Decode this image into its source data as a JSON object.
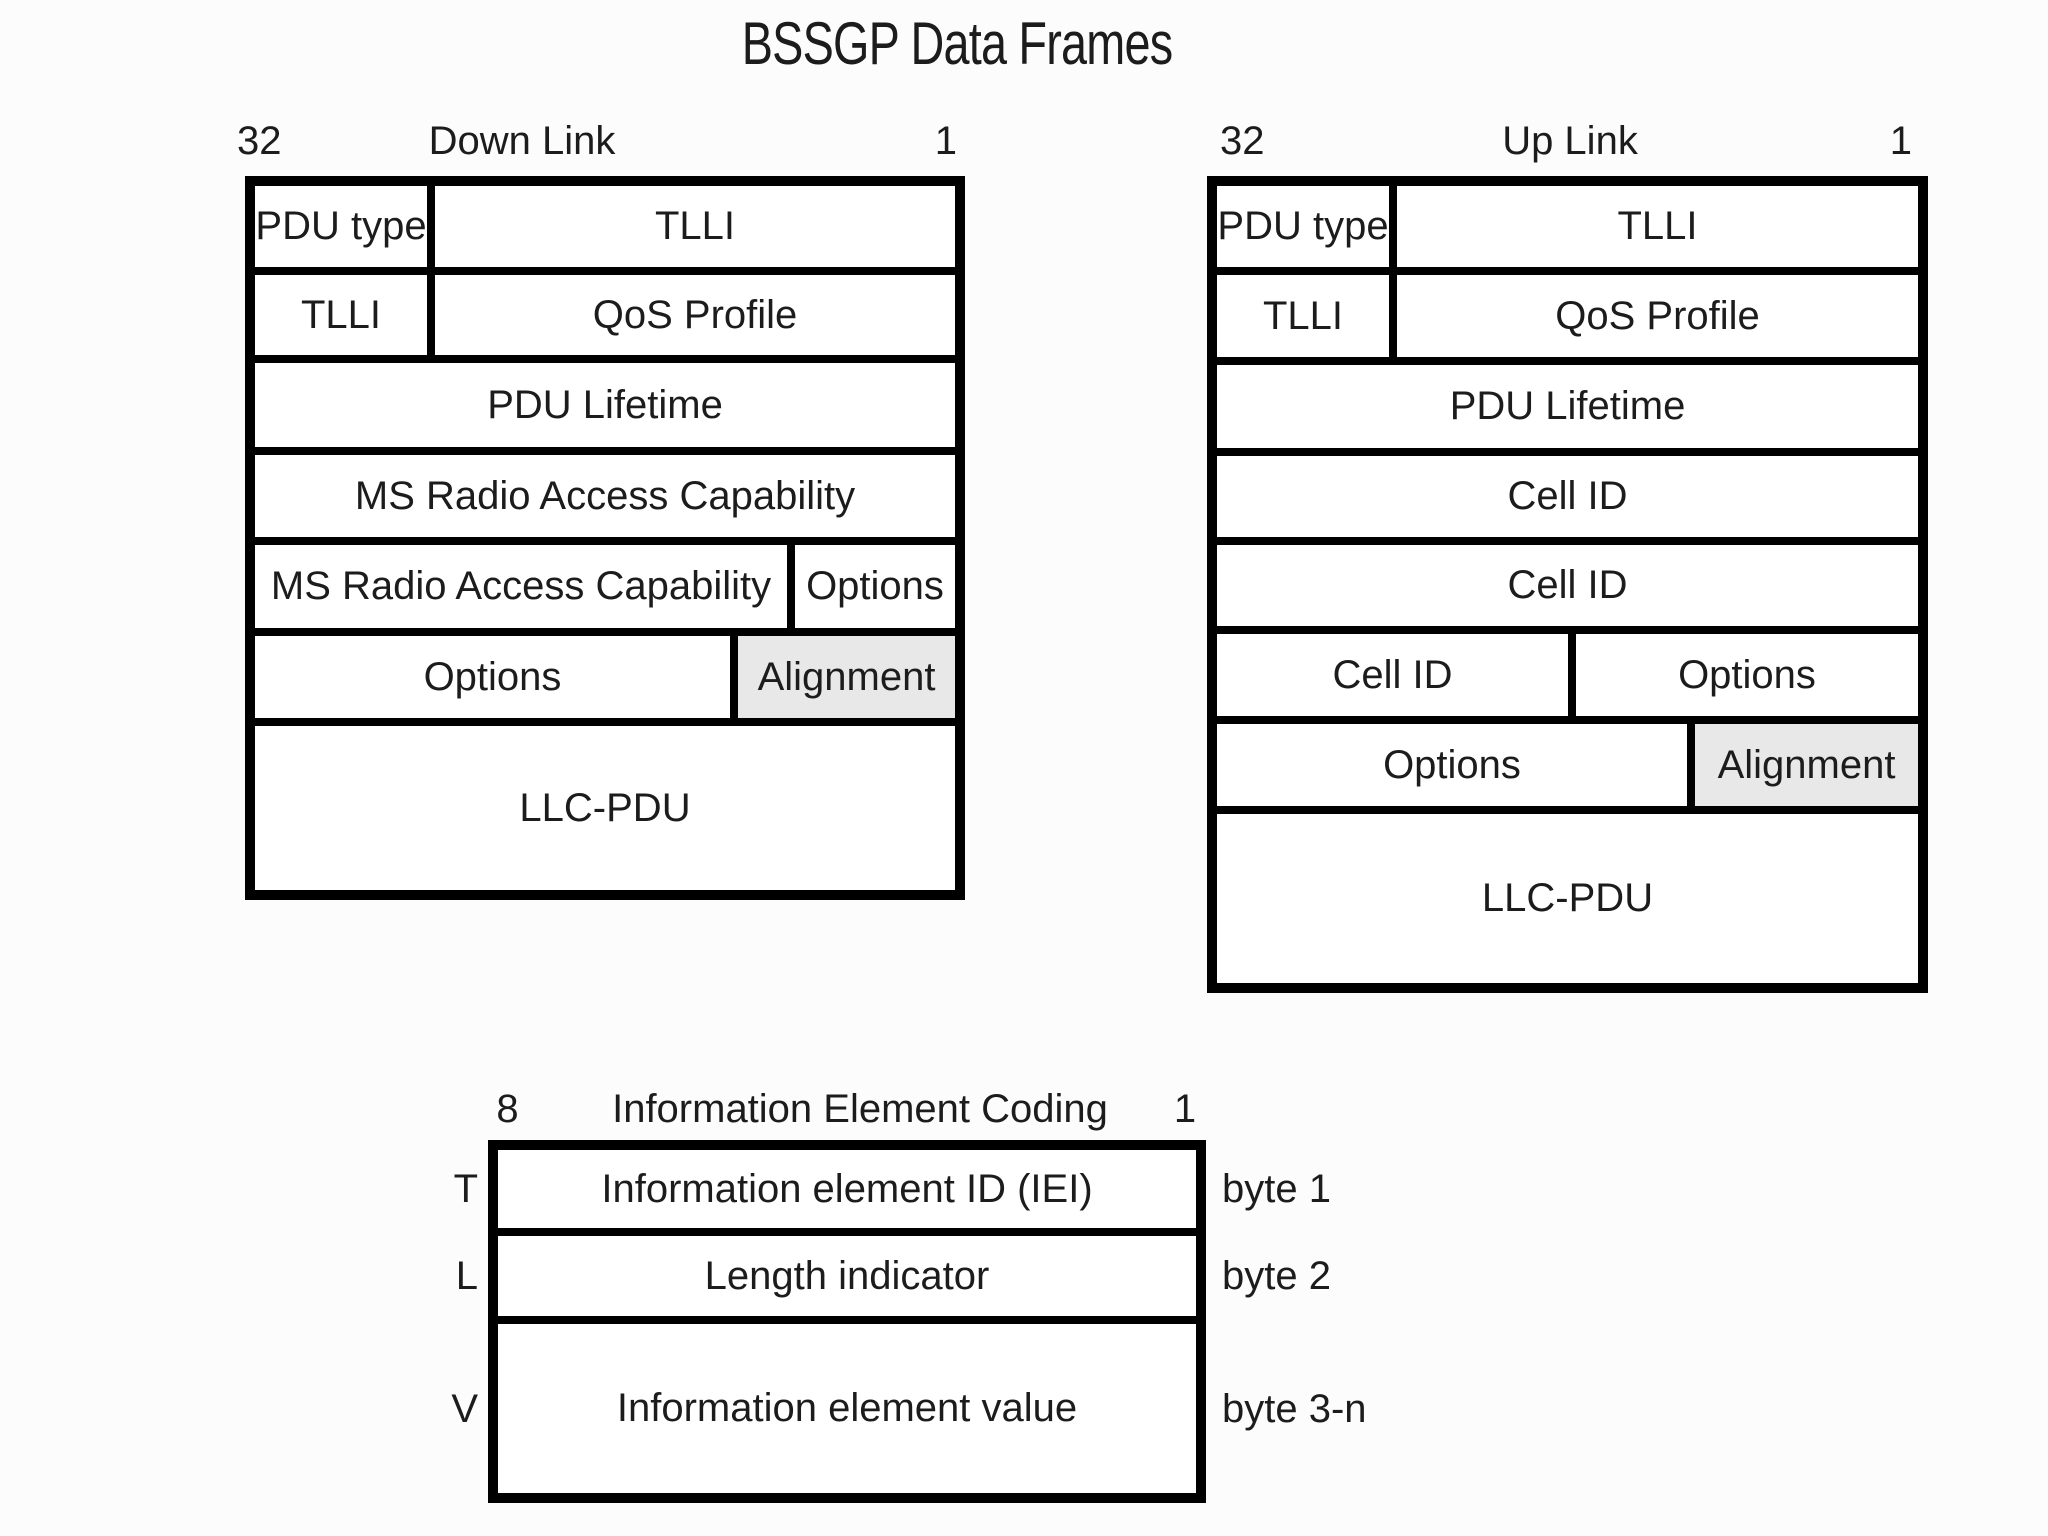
{
  "page_title": "BSSGP Data Frames",
  "colors": {
    "bg": "#fcfcfc",
    "line": "#000000",
    "text": "#1c1c1c",
    "shaded": "#e8e8e8"
  },
  "downlink": {
    "bits_msb": "32",
    "caption": "Down Link",
    "bits_lsb": "1",
    "rows": [
      {
        "cells": [
          {
            "text": "PDU type"
          },
          {
            "text": "TLLI"
          }
        ]
      },
      {
        "cells": [
          {
            "text": "TLLI"
          },
          {
            "text": "QoS Profile"
          }
        ]
      },
      {
        "cells": [
          {
            "text": "PDU Lifetime"
          }
        ]
      },
      {
        "cells": [
          {
            "text": "MS Radio Access Capability"
          }
        ]
      },
      {
        "cells": [
          {
            "text": "MS Radio Access Capability"
          },
          {
            "text": "Options"
          }
        ]
      },
      {
        "cells": [
          {
            "text": "Options"
          },
          {
            "text": "Alignment",
            "shaded": true
          }
        ]
      },
      {
        "cells": [
          {
            "text": "LLC-PDU"
          }
        ]
      }
    ]
  },
  "uplink": {
    "bits_msb": "32",
    "caption": "Up Link",
    "bits_lsb": "1",
    "rows": [
      {
        "cells": [
          {
            "text": "PDU type"
          },
          {
            "text": "TLLI"
          }
        ]
      },
      {
        "cells": [
          {
            "text": "TLLI"
          },
          {
            "text": "QoS Profile"
          }
        ]
      },
      {
        "cells": [
          {
            "text": "PDU Lifetime"
          }
        ]
      },
      {
        "cells": [
          {
            "text": "Cell ID"
          }
        ]
      },
      {
        "cells": [
          {
            "text": "Cell ID"
          }
        ]
      },
      {
        "cells": [
          {
            "text": "Cell ID"
          },
          {
            "text": "Options"
          }
        ]
      },
      {
        "cells": [
          {
            "text": "Options"
          },
          {
            "text": "Alignment",
            "shaded": true
          }
        ]
      },
      {
        "cells": [
          {
            "text": "LLC-PDU"
          }
        ]
      }
    ]
  },
  "information_element_coding": {
    "bits_msb": "8",
    "caption": "Information Element Coding",
    "bits_lsb": "1",
    "rows": [
      {
        "tlv": "T",
        "text": "Information element ID (IEI)",
        "byte": "byte 1"
      },
      {
        "tlv": "L",
        "text": "Length indicator",
        "byte": "byte 2"
      },
      {
        "tlv": "V",
        "text": "Information element value",
        "byte": "byte 3-n"
      }
    ]
  }
}
